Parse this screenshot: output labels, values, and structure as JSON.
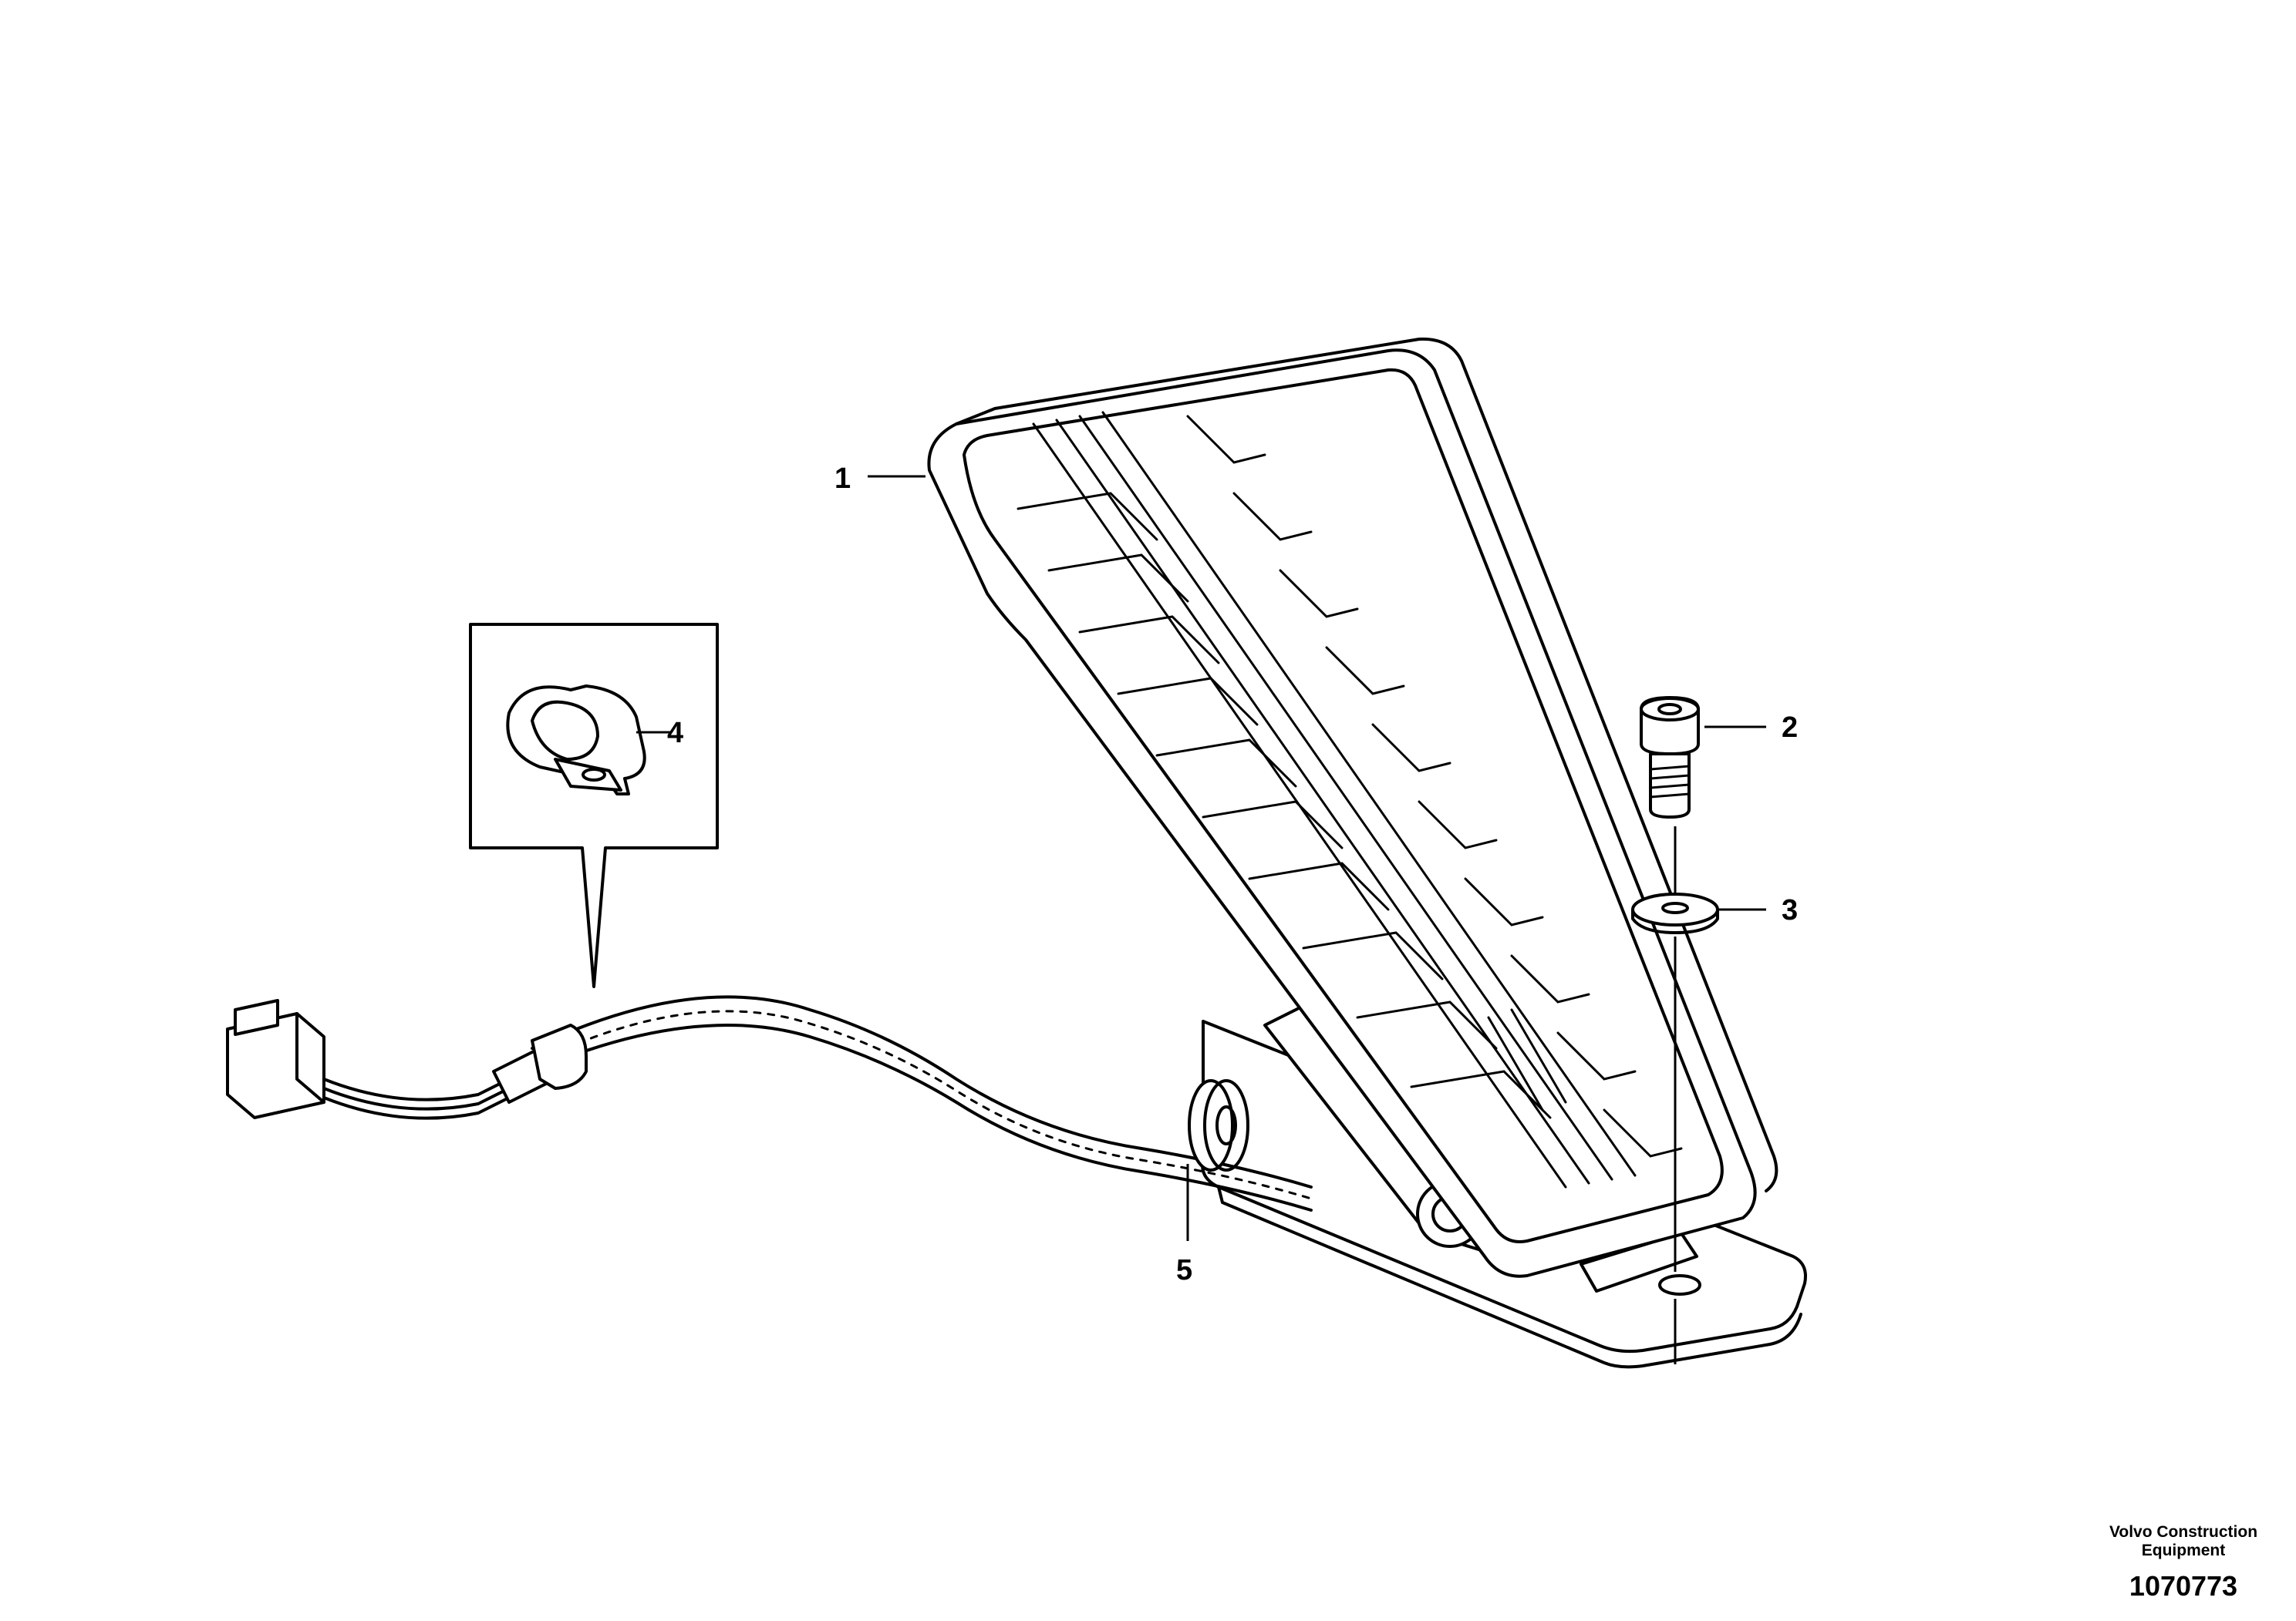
{
  "callouts": [
    {
      "id": "1",
      "label": "1"
    },
    {
      "id": "2",
      "label": "2"
    },
    {
      "id": "3",
      "label": "3"
    },
    {
      "id": "4",
      "label": "4"
    },
    {
      "id": "5",
      "label": "5"
    }
  ],
  "credit": {
    "line1": "Volvo Construction",
    "line2": "Equipment"
  },
  "drawing_number": "1070773"
}
